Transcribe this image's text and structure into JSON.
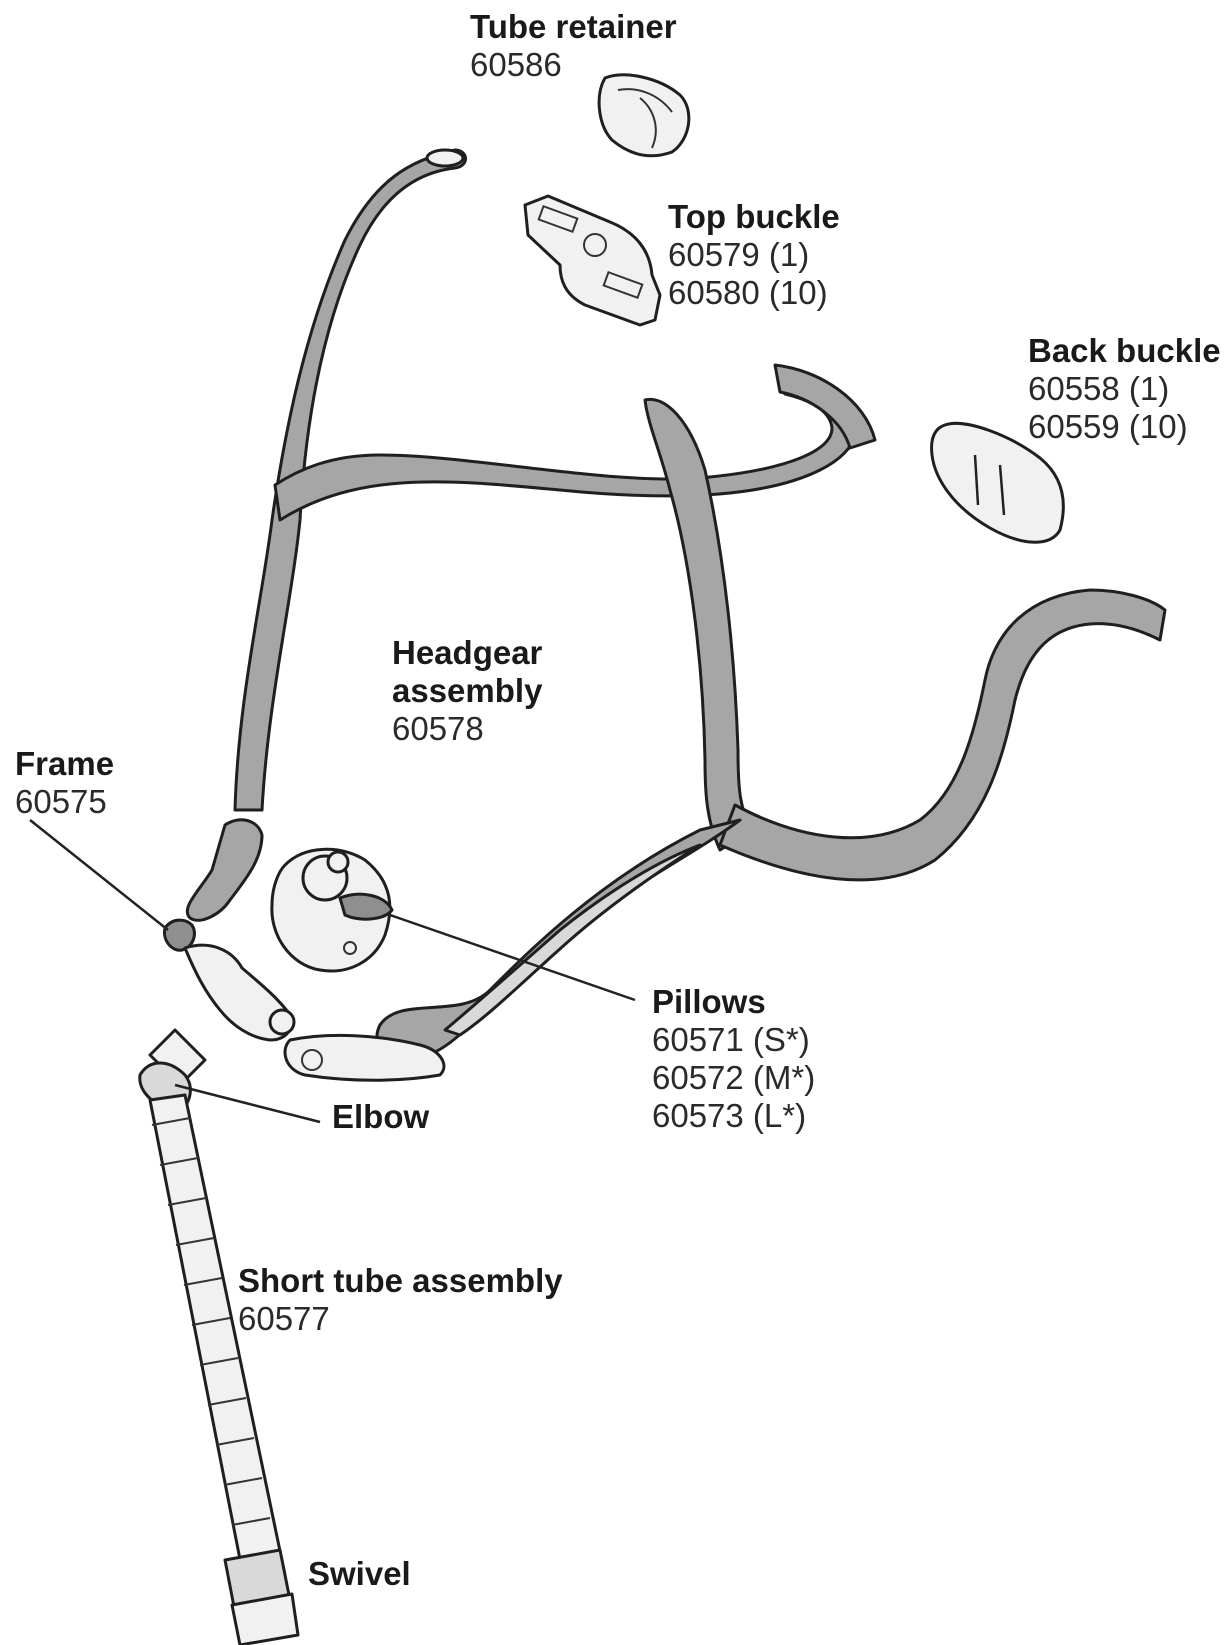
{
  "parts": {
    "tube_retainer": {
      "name": "Tube retainer",
      "codes": [
        "60586"
      ]
    },
    "top_buckle": {
      "name": "Top buckle",
      "codes": [
        "60579 (1)",
        "60580 (10)"
      ]
    },
    "back_buckle": {
      "name": "Back buckle",
      "codes": [
        "60558 (1)",
        "60559 (10)"
      ]
    },
    "headgear": {
      "name_line1": "Headgear",
      "name_line2": "assembly",
      "codes": [
        "60578"
      ]
    },
    "frame": {
      "name": "Frame",
      "codes": [
        "60575"
      ]
    },
    "pillows": {
      "name": "Pillows",
      "codes": [
        "60571 (S*)",
        "60572 (M*)",
        "60573 (L*)"
      ]
    },
    "elbow": {
      "name": "Elbow"
    },
    "short_tube": {
      "name": "Short tube assembly",
      "codes": [
        "60577"
      ]
    },
    "swivel": {
      "name": "Swivel"
    }
  },
  "colors": {
    "strap": "#a6a6a6",
    "outline": "#1f1f1f",
    "part_light": "#f1f1f1"
  }
}
